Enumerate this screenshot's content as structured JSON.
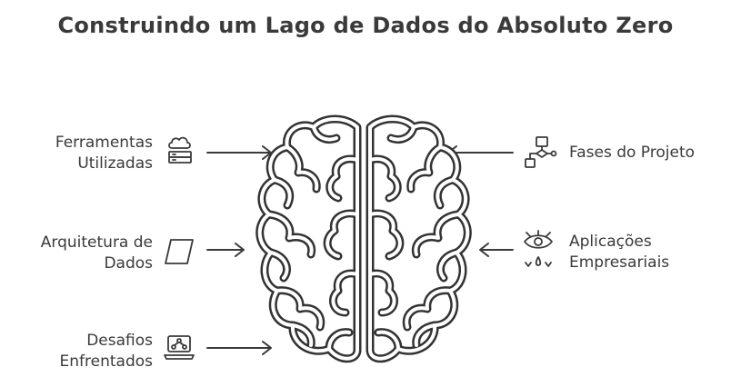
{
  "title": "Construindo um Lago de Dados do Absoluto Zero",
  "left_items": [
    {
      "line1": "Ferramentas",
      "line2": "Utilizadas",
      "icon": "cloud-server-icon"
    },
    {
      "line1": "Arquitetura de",
      "line2": "Dados",
      "icon": "parallelogram-icon"
    },
    {
      "line1": "Desafios",
      "line2": "Enfrentados",
      "icon": "laptop-network-icon"
    }
  ],
  "right_items": [
    {
      "line1": "Fases do Projeto",
      "line2": "",
      "icon": "flowchart-icon"
    },
    {
      "line1": "Aplicações",
      "line2": "Empresariais",
      "icon": "eye-analytics-icon"
    }
  ],
  "center_icon": "brain-icon",
  "colors": {
    "ink": "#3a3a3a",
    "background": "#ffffff"
  }
}
